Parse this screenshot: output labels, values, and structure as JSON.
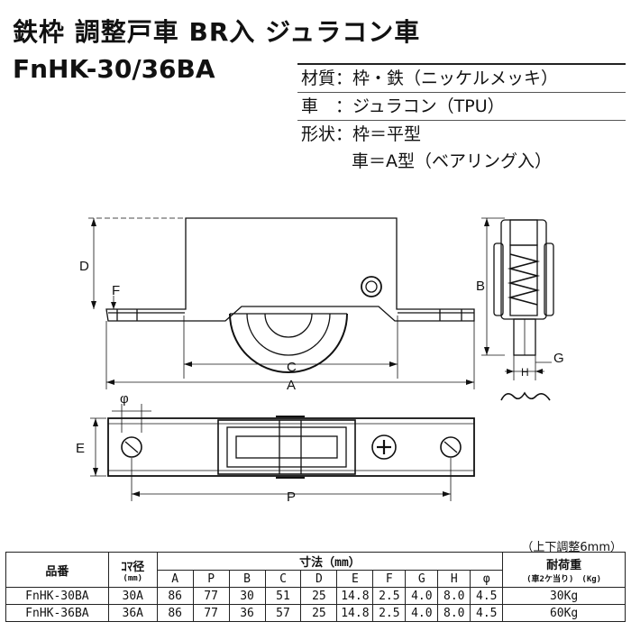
{
  "title": {
    "line1": "鉄枠 調整戸車 BR入 ジュラコン車",
    "line2": "FnHK-30/36BA"
  },
  "specs": [
    "材質：枠・鉄（ニッケルメッキ）",
    "車　：ジュラコン（TPU）",
    "形状：枠＝平型",
    "車＝A型（ベアリング入）"
  ],
  "drawing_labels": {
    "D": "D",
    "F": "F",
    "C": "C",
    "A": "A",
    "B": "B",
    "G": "G",
    "H": "H",
    "phi": "φ",
    "E": "E",
    "P": "P"
  },
  "table": {
    "note": "（上下調整6mm）",
    "headers": {
      "part_no": "品番",
      "roller_dia": "ｺﾏ径",
      "roller_dia_unit": "(mm)",
      "dimensions": "寸法（mm）",
      "load": "耐荷重",
      "load_sub": "(車2ケ当り)　(Kg)"
    },
    "dim_columns": [
      "A",
      "P",
      "B",
      "C",
      "D",
      "E",
      "F",
      "G",
      "H",
      "φ"
    ],
    "rows": [
      {
        "part_no": "FnHK-30BA",
        "roller": "30A",
        "dims": [
          "86",
          "77",
          "30",
          "51",
          "25",
          "14.8",
          "2.5",
          "4.0",
          "8.0",
          "4.5"
        ],
        "load": "30Kg"
      },
      {
        "part_no": "FnHK-36BA",
        "roller": "36A",
        "dims": [
          "86",
          "77",
          "36",
          "57",
          "25",
          "14.8",
          "2.5",
          "4.0",
          "8.0",
          "4.5"
        ],
        "load": "60Kg"
      }
    ]
  }
}
